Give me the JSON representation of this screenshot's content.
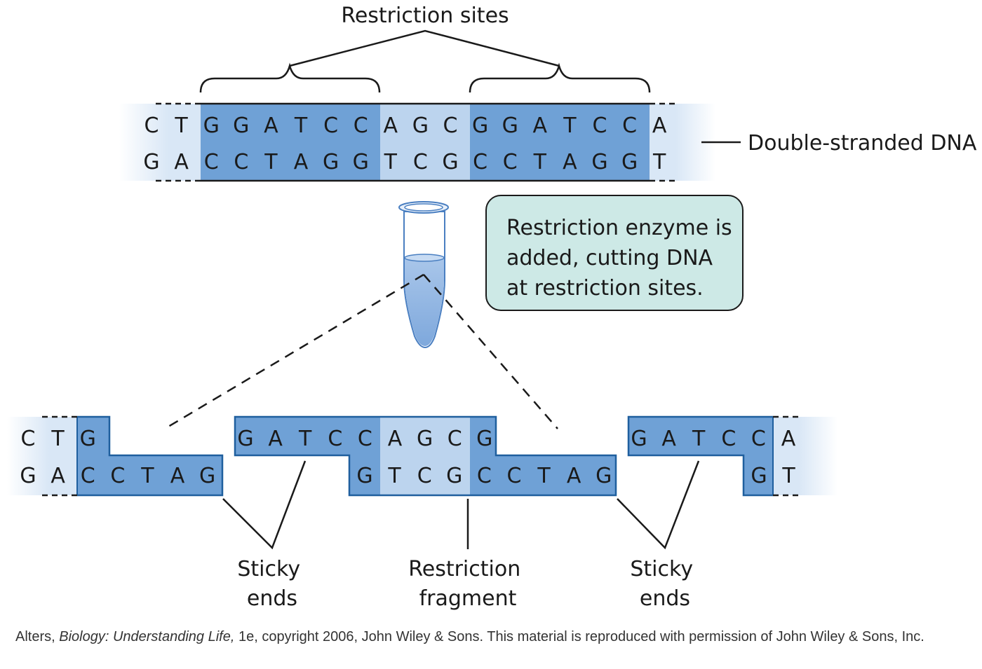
{
  "labels": {
    "restriction_sites": "Restriction sites",
    "double_stranded_dna": "Double-stranded DNA",
    "sticky_ends_left": [
      "Sticky",
      "ends"
    ],
    "restriction_fragment": [
      "Restriction",
      "fragment"
    ],
    "sticky_ends_right": [
      "Sticky",
      "ends"
    ]
  },
  "callout": [
    "Restriction enzyme is",
    "added, cutting DNA",
    "at restriction sites."
  ],
  "dna": {
    "top_strand": [
      "C",
      "T",
      "G",
      "G",
      "A",
      "T",
      "C",
      "C",
      "A",
      "G",
      "C",
      "G",
      "G",
      "A",
      "T",
      "C",
      "C",
      "A"
    ],
    "bottom_strand": [
      "G",
      "A",
      "C",
      "C",
      "T",
      "A",
      "G",
      "G",
      "T",
      "C",
      "G",
      "C",
      "C",
      "T",
      "A",
      "G",
      "G",
      "T"
    ]
  },
  "fragments": {
    "left": {
      "top": [
        "C",
        "T",
        "G"
      ],
      "bottom": [
        "G",
        "A",
        "C",
        "C",
        "T",
        "A",
        "G"
      ]
    },
    "middle": {
      "top": [
        "G",
        "A",
        "T",
        "C",
        "C",
        "A",
        "G",
        "C",
        "G"
      ],
      "bottom": [
        "G",
        "T",
        "C",
        "G",
        "C",
        "C",
        "T",
        "A",
        "G"
      ]
    },
    "right": {
      "top": [
        "G",
        "A",
        "T",
        "C",
        "C",
        "A"
      ],
      "bottom": [
        "G",
        "T"
      ]
    }
  },
  "credit": {
    "before": "Alters, ",
    "title": "Biology: Understanding Life,",
    "after": " 1e, copyright 2006, John Wiley & Sons. This material is reproduced with permission of John Wiley & Sons, Inc."
  },
  "colors": {
    "site_blue": "#6fa1d6",
    "spacer_blue": "#bcd4ee",
    "pale_blue": "#d9e7f6",
    "outline": "#1f5f9e",
    "callout_fill": "#cde9e6"
  }
}
